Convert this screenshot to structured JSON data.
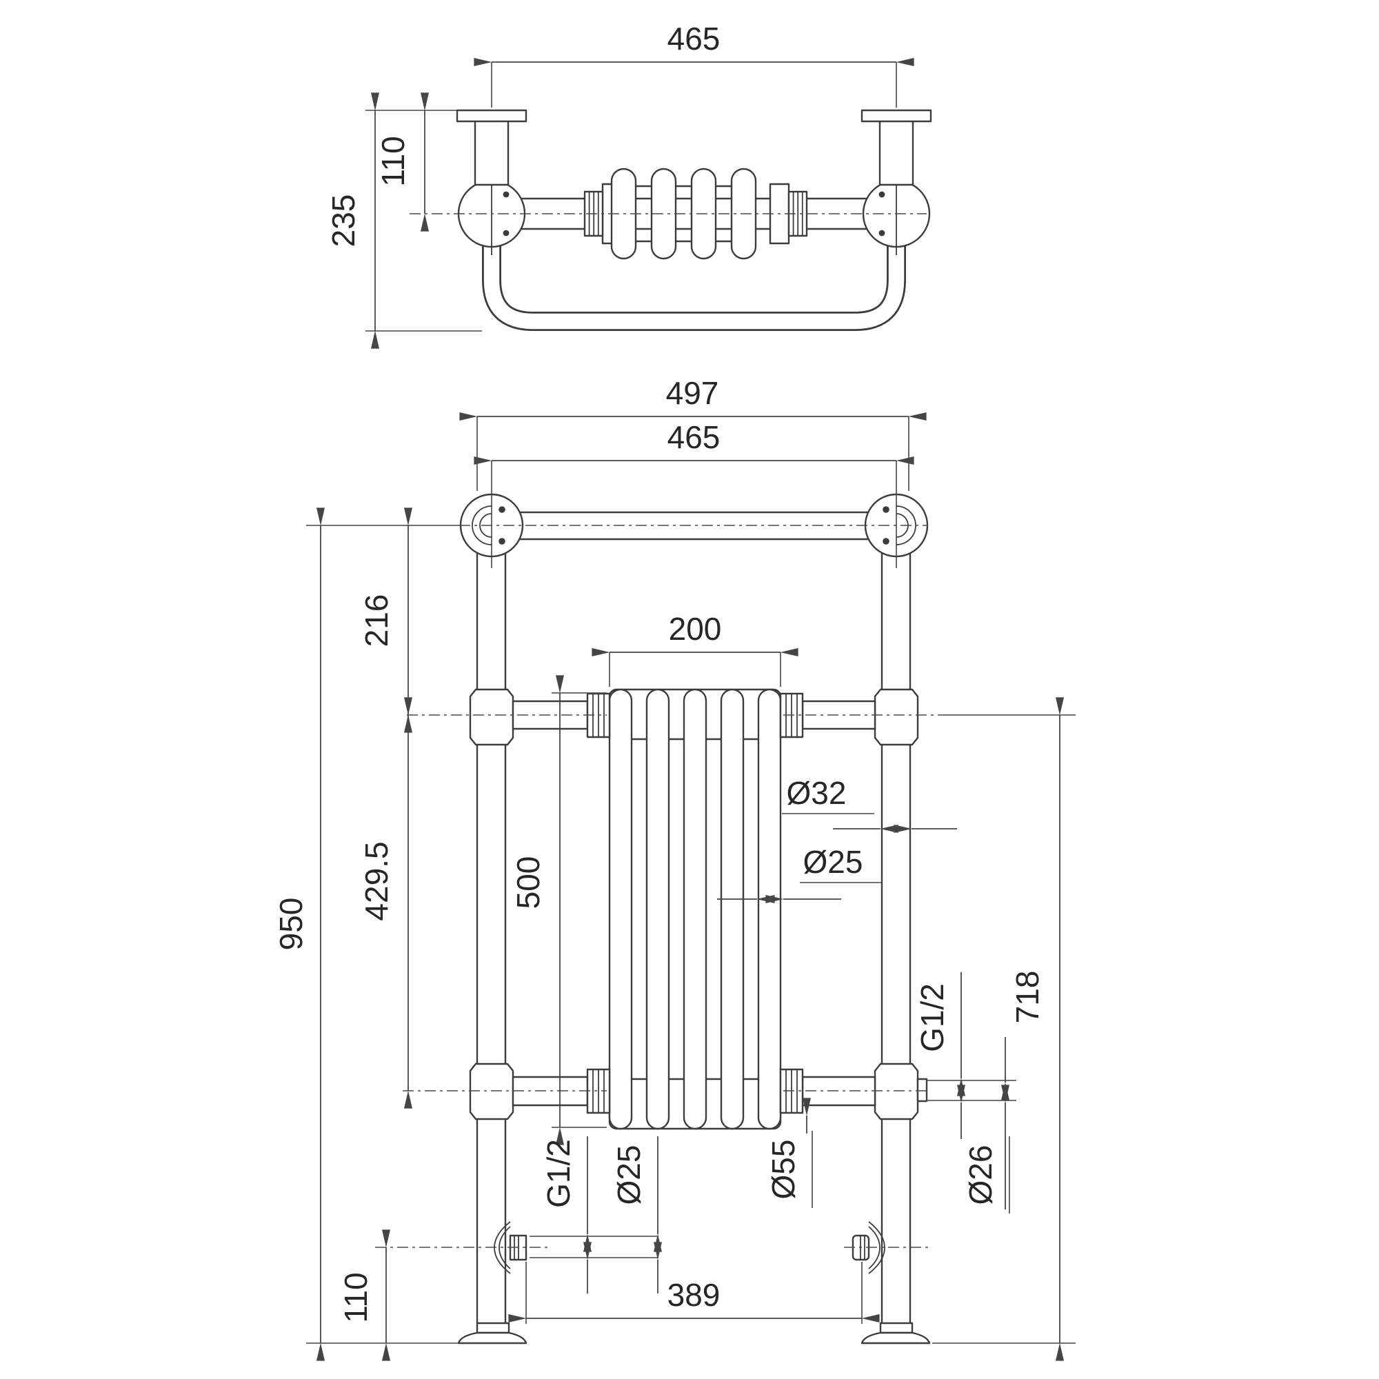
{
  "drawing": {
    "type": "technical-dimension-drawing",
    "subject": "Traditional towel rail radiator - plan view (top) and front elevation (bottom)",
    "background": "#ffffff",
    "line_color": "#3c3c3c",
    "text_color": "#262626"
  },
  "plan_view": {
    "dim_width_centres": "465",
    "dim_wall_to_rail": "110",
    "dim_overall_depth": "235"
  },
  "front_view": {
    "dim_overall_width": "497",
    "dim_width_centres": "465",
    "dim_rail_to_tee": "216",
    "dim_radiator_width": "200",
    "dim_tee_to_tee": "429.5",
    "dim_radiator_height": "500",
    "dim_overall_height": "950",
    "dim_tee_to_floor": "718",
    "dim_pipe_diameter": "Ø32",
    "dim_column_diameter": "Ø25",
    "dim_thread_right": "G1/2",
    "dim_outlet_diameter": "Ø26",
    "dim_union_nut_diameter": "Ø55",
    "dim_drain_diameter": "Ø25",
    "dim_thread_left": "G1/2",
    "dim_drain_height": "110",
    "dim_drain_spacing": "389"
  }
}
